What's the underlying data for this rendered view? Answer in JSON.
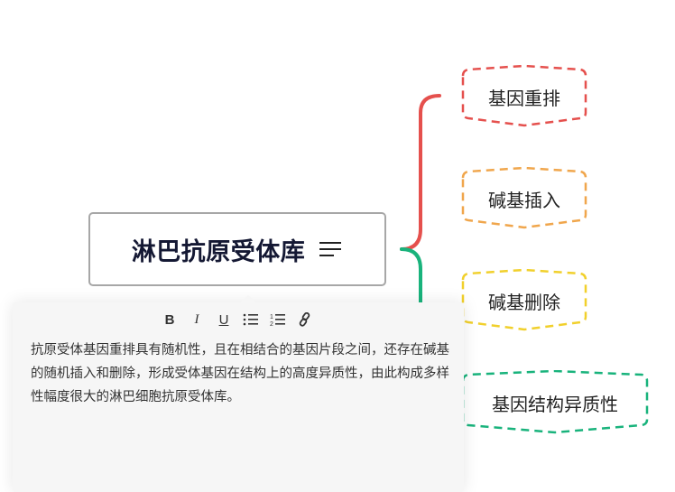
{
  "root": {
    "title": "淋巴抗原受体库",
    "note_icon": "note-lines-icon"
  },
  "children": [
    {
      "label": "基因重排",
      "color": "#e5504d"
    },
    {
      "label": "碱基插入",
      "color": "#f0a64c"
    },
    {
      "label": "碱基删除",
      "color": "#f1d02c"
    },
    {
      "label": "基因结构异质性",
      "color": "#19b37c"
    }
  ],
  "connector_colors": {
    "upper": "#e5504d",
    "lower": "#19b37c"
  },
  "note_editor": {
    "toolbar": [
      {
        "name": "bold",
        "glyph": "B"
      },
      {
        "name": "italic",
        "glyph": "I"
      },
      {
        "name": "underline",
        "glyph": "U"
      },
      {
        "name": "bullet-list",
        "glyph": "☰"
      },
      {
        "name": "numbered-list",
        "glyph": "☰"
      },
      {
        "name": "link",
        "glyph": "🔗"
      }
    ],
    "text": " 抗原受体基因重排具有随机性，且在相结合的基因片段之间，还存在碱基的随机插入和删除，形成受体基因在结构上的高度异质性，由此构成多样性幅度很大的淋巴细胞抗原受体库。"
  }
}
